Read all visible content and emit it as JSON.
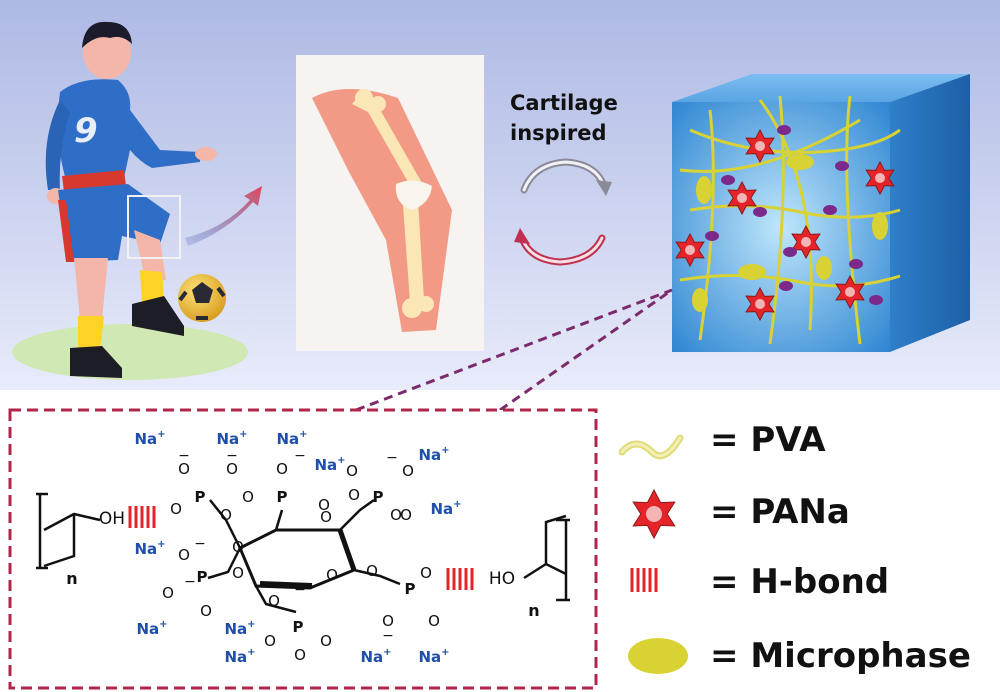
{
  "caption": {
    "line1": "Cartilage",
    "line2": "inspired"
  },
  "player": {
    "jersey_number": "9"
  },
  "legend": [
    {
      "symbol": "pva-line-icon",
      "label": "= PVA"
    },
    {
      "symbol": "pana-star-icon",
      "label": "= PANa"
    },
    {
      "symbol": "h-bond-icon",
      "label": "= H-bond"
    },
    {
      "symbol": "microphase-ellipse-icon",
      "label": "= Microphase"
    }
  ],
  "chemistry": {
    "sodium": "Na",
    "sodium_charge": "+",
    "hydroxyl": "OH",
    "hydroxyl_right": "HO",
    "repeat_index": "n",
    "phosphorus": "P",
    "oxygen": "O",
    "negative_charge": "−"
  },
  "colors": {
    "band_top": "#b4bfe6",
    "band_bottom": "#eef0fb",
    "cube_front": "#3d8fd6",
    "pva": "#d8d235",
    "pana": "#e5242a",
    "hbond": "#e5242a",
    "microphase": "#d8d235",
    "bead": "#7b2a8c",
    "dash_border": "#b0264a",
    "sodium_text": "#1f4fa8"
  }
}
